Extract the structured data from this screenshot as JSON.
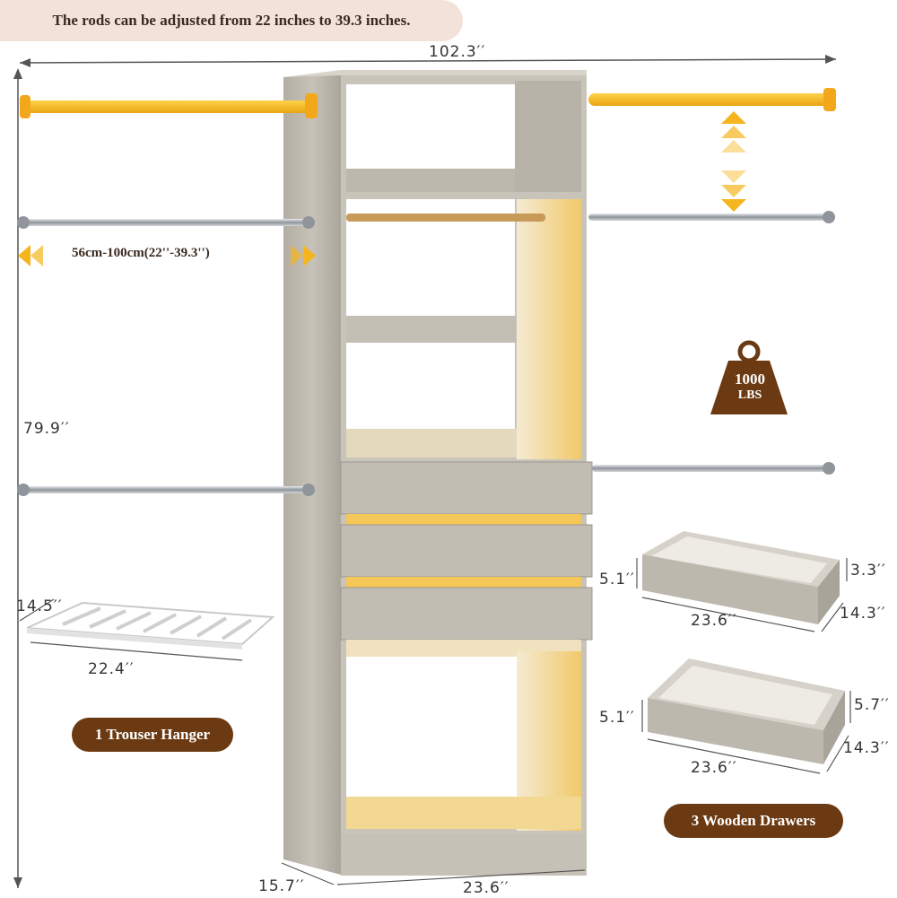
{
  "header": {
    "note": "The rods can be adjusted from 22 inches to 39.3 inches."
  },
  "dimensions": {
    "total_width": "102.3′′",
    "total_height": "79.9′′",
    "depth": "15.7′′",
    "cabinet_width": "23.6′′"
  },
  "rod": {
    "range": "56cm-100cm(22''-39.3'')"
  },
  "weight": {
    "value": "1000",
    "unit": "LBS"
  },
  "trouser_hanger": {
    "depth": "14.5′′",
    "width": "22.4′′",
    "label": "1 Trouser Hanger"
  },
  "drawer_small": {
    "height": "5.1′′",
    "side_height": "3.3′′",
    "width": "23.6′′",
    "depth": "14.3′′"
  },
  "drawer_large": {
    "height": "5.1′′",
    "side_height": "5.7′′",
    "width": "23.6′′",
    "depth": "14.3′′"
  },
  "drawers": {
    "label": "3 Wooden Drawers"
  },
  "colors": {
    "wood": "#b9b4ab",
    "rod_gold": "#f5b51e",
    "rod_silver": "#9aa0a6",
    "label_brown": "#6b3a12",
    "glow": "#f7c659"
  }
}
